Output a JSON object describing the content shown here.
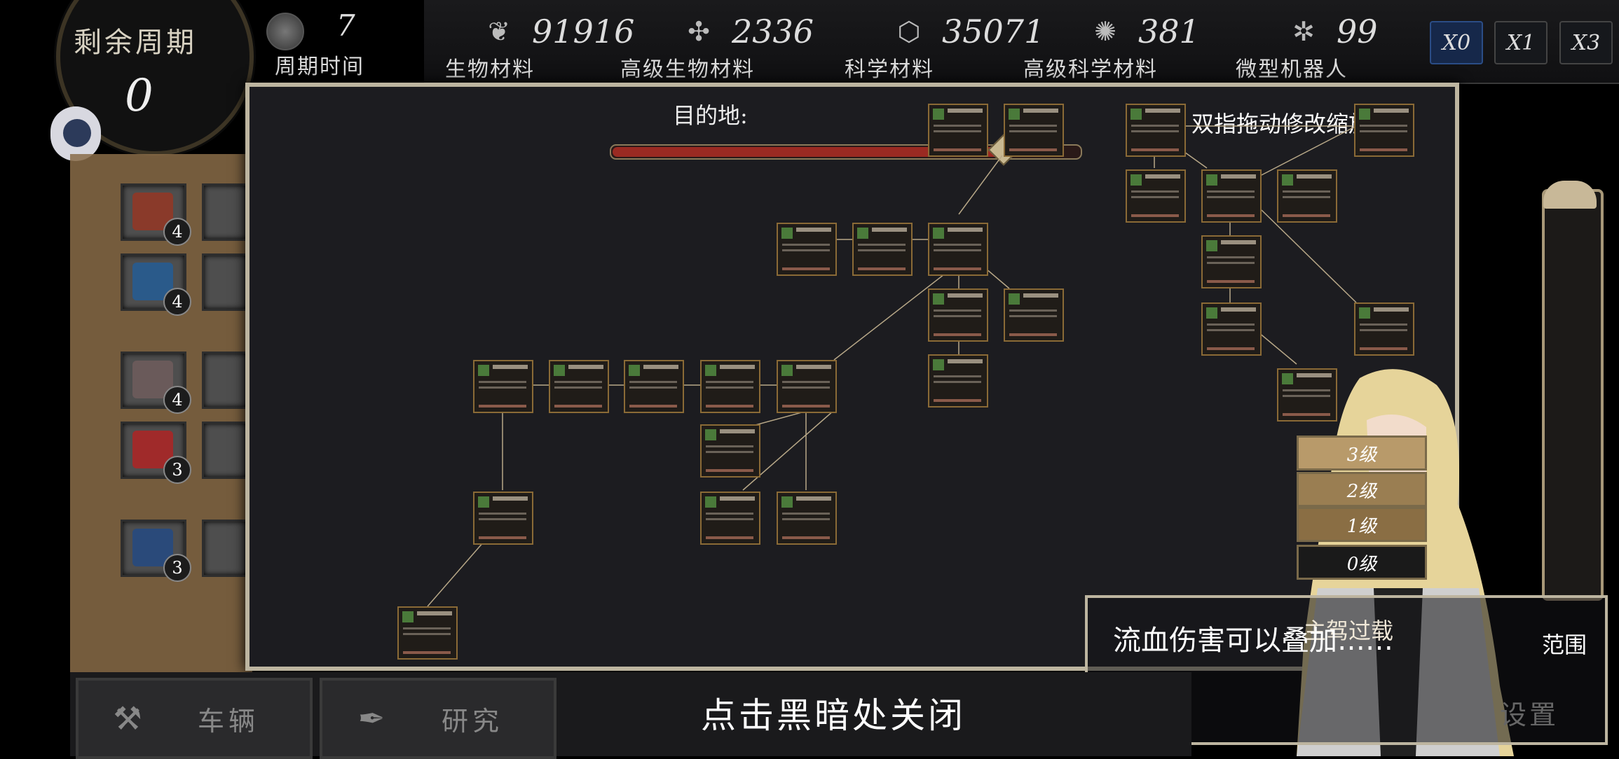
{
  "cycle": {
    "label": "剩余周期",
    "value": "0",
    "period_value": "7",
    "period_label": "周期时间"
  },
  "resources": [
    {
      "icon": "paw-icon",
      "value": "91916",
      "name": "生物材料"
    },
    {
      "icon": "dna-icon",
      "value": "2336",
      "name": "高级生物材料"
    },
    {
      "icon": "hexagon-icon",
      "value": "35071",
      "name": "科学材料"
    },
    {
      "icon": "atom-icon",
      "value": "381",
      "name": "高级科学材料"
    },
    {
      "icon": "spider-bot-icon",
      "value": "99",
      "name": "微型机器人"
    }
  ],
  "speed": {
    "x0": "X0",
    "x1": "X1",
    "x3": "X3",
    "active": "X0"
  },
  "inventory": [
    {
      "badge": "4",
      "color": "#8a3a2a"
    },
    {
      "badge": "4",
      "color": "#2a5a8a"
    },
    {
      "badge": "4",
      "color": "#6a5a5a"
    },
    {
      "badge": "3",
      "color": "#a02a2a"
    },
    {
      "badge": "3",
      "color": "#2a4a7a"
    }
  ],
  "research_panel": {
    "destination_label": "目的地:",
    "hint": "双指拖动修改缩放",
    "progress": 0.84
  },
  "levels": [
    "3级",
    "2级",
    "1级",
    "0级"
  ],
  "bottom": {
    "vehicle": "车辆",
    "research": "研究",
    "close_hint": "点击黑暗处关闭",
    "settings": "设置"
  },
  "dialog": {
    "text": "流血伤害可以叠加……",
    "speaker": "主驾过载",
    "range": "范围"
  }
}
